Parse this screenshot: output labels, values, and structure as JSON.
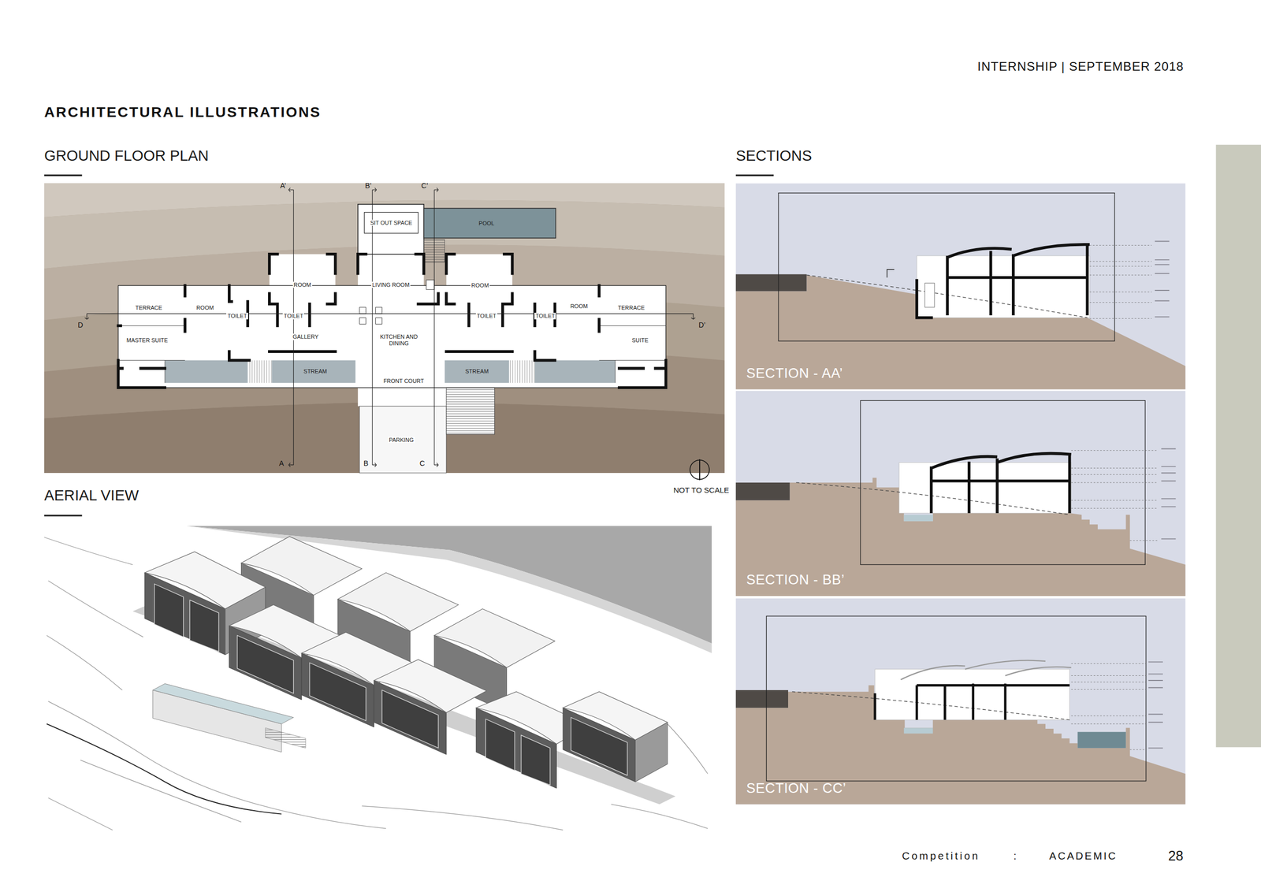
{
  "diagram": {
    "title": "ARCHITECTURAL ILLUSTRATIONS",
    "nodes": [
      {
        "text": [
          "GROUND FLOOR PLAN"
        ]
      },
      {
        "text": [
          "SIT OUT SPACE"
        ],
        "in": 0
      },
      {
        "text": [
          "POOL"
        ],
        "in": 0
      },
      {
        "text": [
          "ROOM"
        ],
        "in": 0
      },
      {
        "text": [
          "LIVING ROOM"
        ],
        "in": 0
      },
      {
        "text": [
          "ROOM"
        ],
        "in": 0
      },
      {
        "text": [
          "TERRACE"
        ],
        "in": 0
      },
      {
        "text": [
          "ROOM"
        ],
        "in": 0
      },
      {
        "text": [
          "TOILET"
        ],
        "in": 0
      },
      {
        "text": [
          "TOILET"
        ],
        "in": 0
      },
      {
        "text": [
          "TOILET"
        ],
        "in": 0
      },
      {
        "text": [
          "TOILET"
        ],
        "in": 0
      },
      {
        "text": [
          "ROOM"
        ],
        "in": 0
      },
      {
        "text": [
          "TERRACE"
        ],
        "in": 0
      },
      {
        "text": [
          "MASTER SUITE"
        ],
        "in": 0
      },
      {
        "text": [
          "GALLERY"
        ],
        "in": 0
      },
      {
        "text": [
          "KITCHEN AND DINING"
        ],
        "in": 0
      },
      {
        "text": [
          "SUITE"
        ],
        "in": 0
      },
      {
        "text": [
          "STREAM"
        ],
        "in": 0
      },
      {
        "text": [
          "FRONT COURT"
        ],
        "in": 0
      },
      {
        "text": [
          "STREAM"
        ],
        "in": 0
      },
      {
        "text": [
          "PARKING"
        ],
        "in": 0
      },
      {
        "text": [
          "AERIAL VIEW"
        ]
      },
      {
        "text": [
          "SECTIONS"
        ]
      },
      {
        "text": [
          "SECTION - AA’"
        ],
        "in": 23
      },
      {
        "text": [
          "SECTION - BB’"
        ],
        "in": 23
      },
      {
        "text": [
          "SECTION - CC’"
        ],
        "in": 23
      }
    ],
    "labels": [
      "INTERNSHIP | SEPTEMBER 2018",
      "A’",
      "B’",
      "C’",
      "D",
      "D’",
      "A",
      "B",
      "C",
      "NOT TO SCALE",
      "Competition",
      ":",
      "ACADEMIC",
      "28"
    ]
  }
}
